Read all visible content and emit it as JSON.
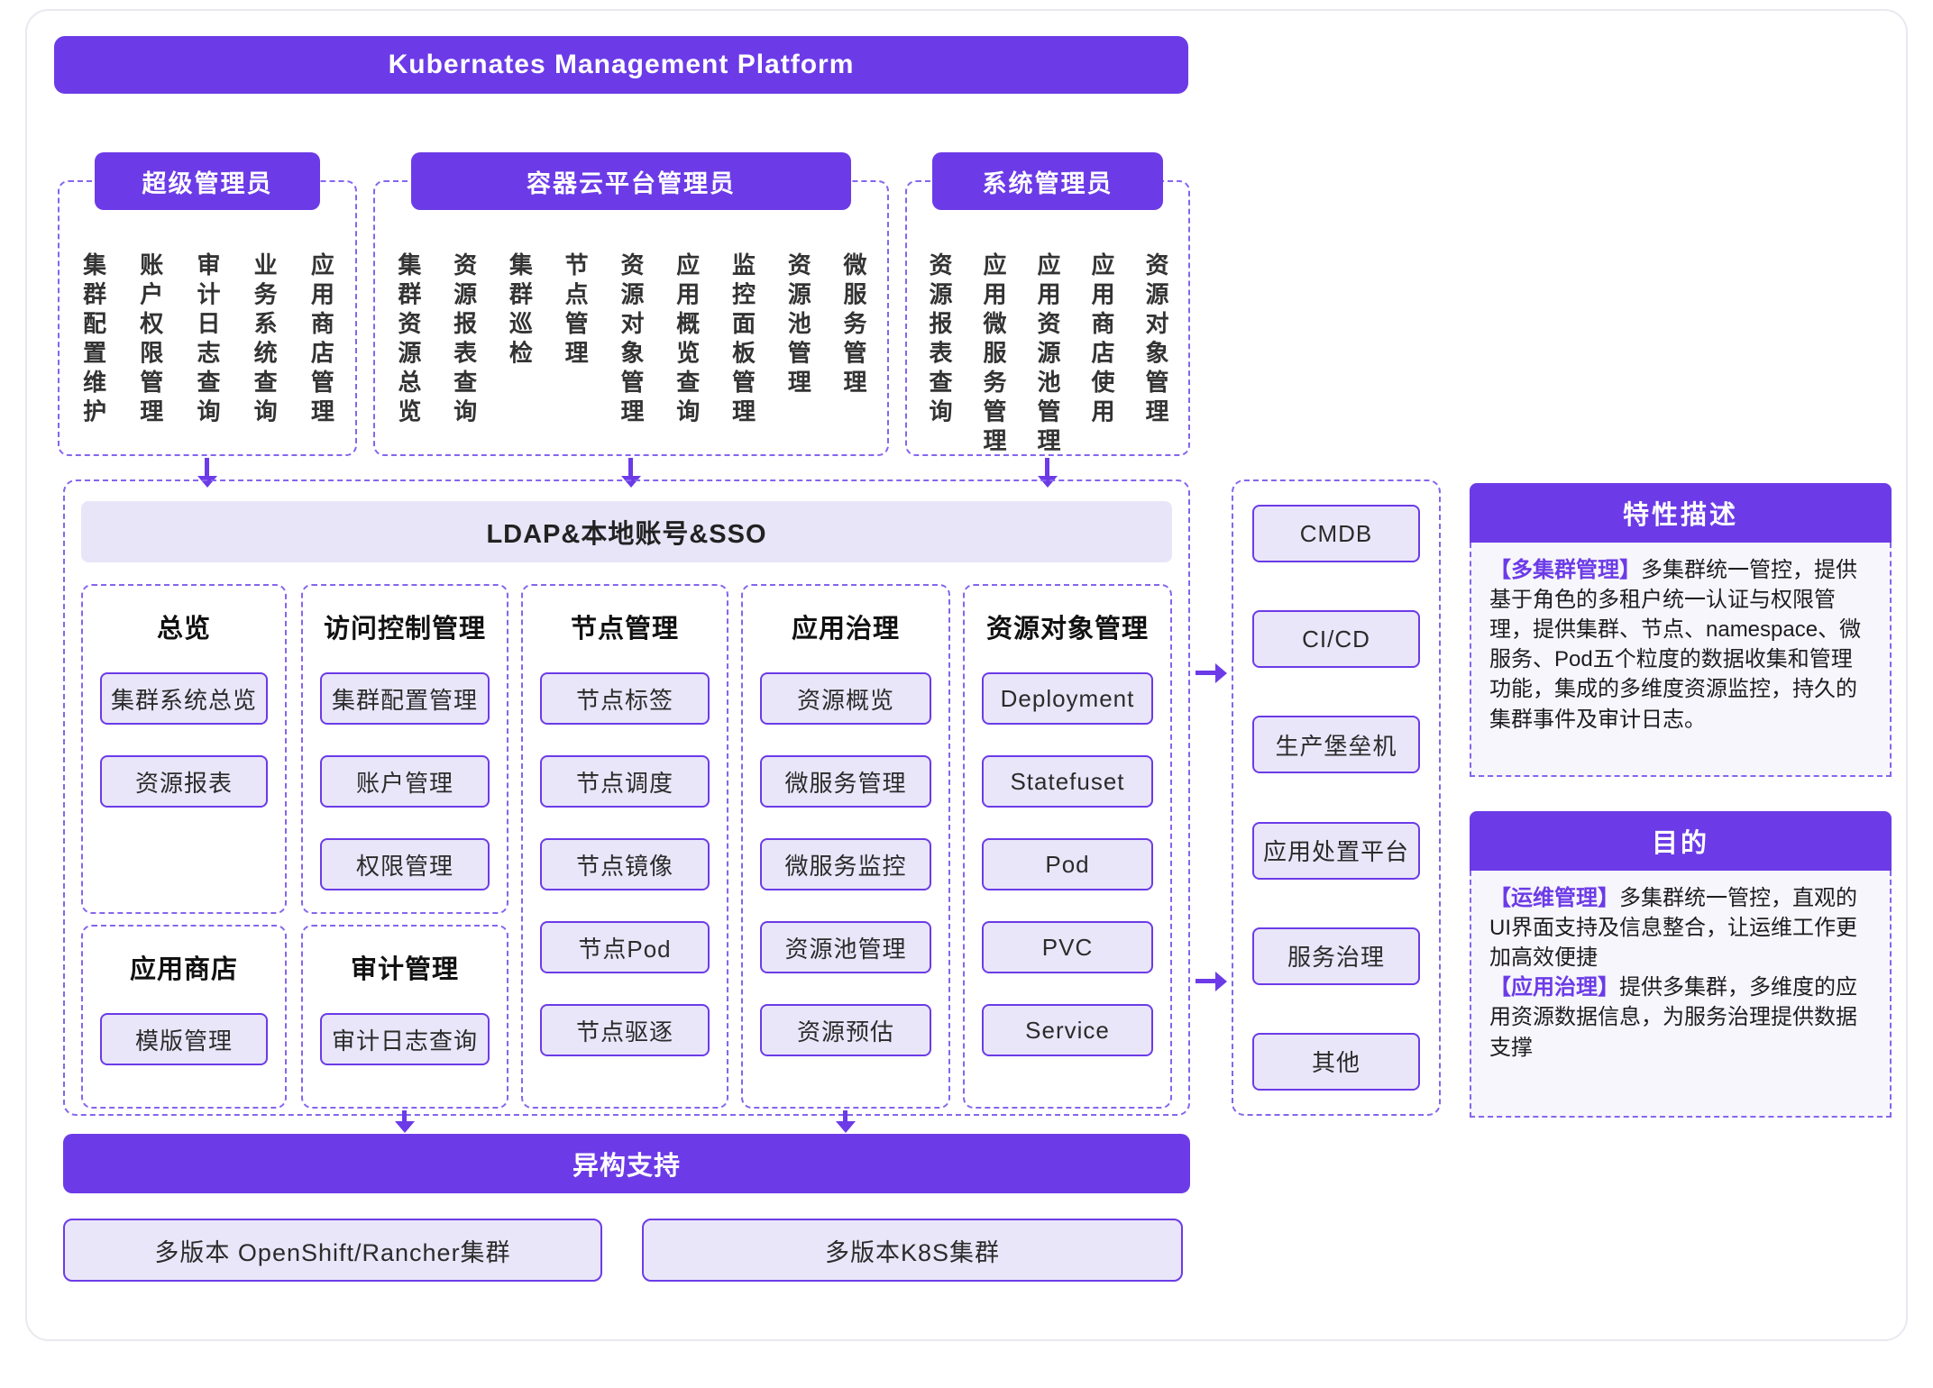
{
  "title": "Kubernates Management Platform",
  "roles": [
    {
      "label": "超级管理员",
      "items": [
        "集群配置维护",
        "账户权限管理",
        "审计日志查询",
        "业务系统查询",
        "应用商店管理"
      ]
    },
    {
      "label": "容器云平台管理员",
      "items": [
        "集群资源总览",
        "资源报表查询",
        "集群巡检",
        "节点管理",
        "资源对象管理",
        "应用概览查询",
        "监控面板管理",
        "资源池管理",
        "微服务管理"
      ]
    },
    {
      "label": "系统管理员",
      "items": [
        "资源报表查询",
        "应用微服务管理",
        "应用资源池管理",
        "应用商店使用",
        "资源对象管理"
      ]
    }
  ],
  "auth_bar": "LDAP&本地账号&SSO",
  "modules": [
    {
      "title": "总览",
      "items": [
        "集群系统总览",
        "资源报表"
      ]
    },
    {
      "title": "访问控制管理",
      "items": [
        "集群配置管理",
        "账户管理",
        "权限管理"
      ]
    },
    {
      "title": "节点管理",
      "items": [
        "节点标签",
        "节点调度",
        "节点镜像",
        "节点Pod",
        "节点驱逐"
      ]
    },
    {
      "title": "应用治理",
      "items": [
        "资源概览",
        "微服务管理",
        "微服务监控",
        "资源池管理",
        "资源预估"
      ]
    },
    {
      "title": "资源对象管理",
      "items": [
        "Deployment",
        "Statefuset",
        "Pod",
        "PVC",
        "Service"
      ]
    }
  ],
  "sub_modules": [
    {
      "title": "应用商店",
      "items": [
        "模版管理"
      ]
    },
    {
      "title": "审计管理",
      "items": [
        "审计日志查询"
      ]
    }
  ],
  "hetero": {
    "title": "异构支持",
    "clusters": [
      "多版本 OpenShift/Rancher集群",
      "多版本K8S集群"
    ]
  },
  "integrations": [
    "CMDB",
    "CI/CD",
    "生产堡垒机",
    "应用处置平台",
    "服务治理",
    "其他"
  ],
  "feature_panel": {
    "title": "特性描述",
    "tag": "【多集群管理】",
    "text": "多集群统一管控，提供基于角色的多租户统一认证与权限管理，提供集群、节点、namespace、微服务、Pod五个粒度的数据收集和管理功能，集成的多维度资源监控，持久的集群事件及审计日志。"
  },
  "purpose_panel": {
    "title": "目的",
    "sections": [
      {
        "tag": "【运维管理】",
        "text": "多集群统一管控，直观的UI界面支持及信息整合，让运维工作更加高效便捷"
      },
      {
        "tag": "【应用治理】",
        "text": "提供多集群，多维度的应用资源数据信息，为服务治理提供数据支撑"
      }
    ]
  },
  "colors": {
    "primary": "#6c3be7",
    "chip_bg": "#eae6f9",
    "bar_bg": "#e9e5f8",
    "dash_border": "#8565ee"
  }
}
